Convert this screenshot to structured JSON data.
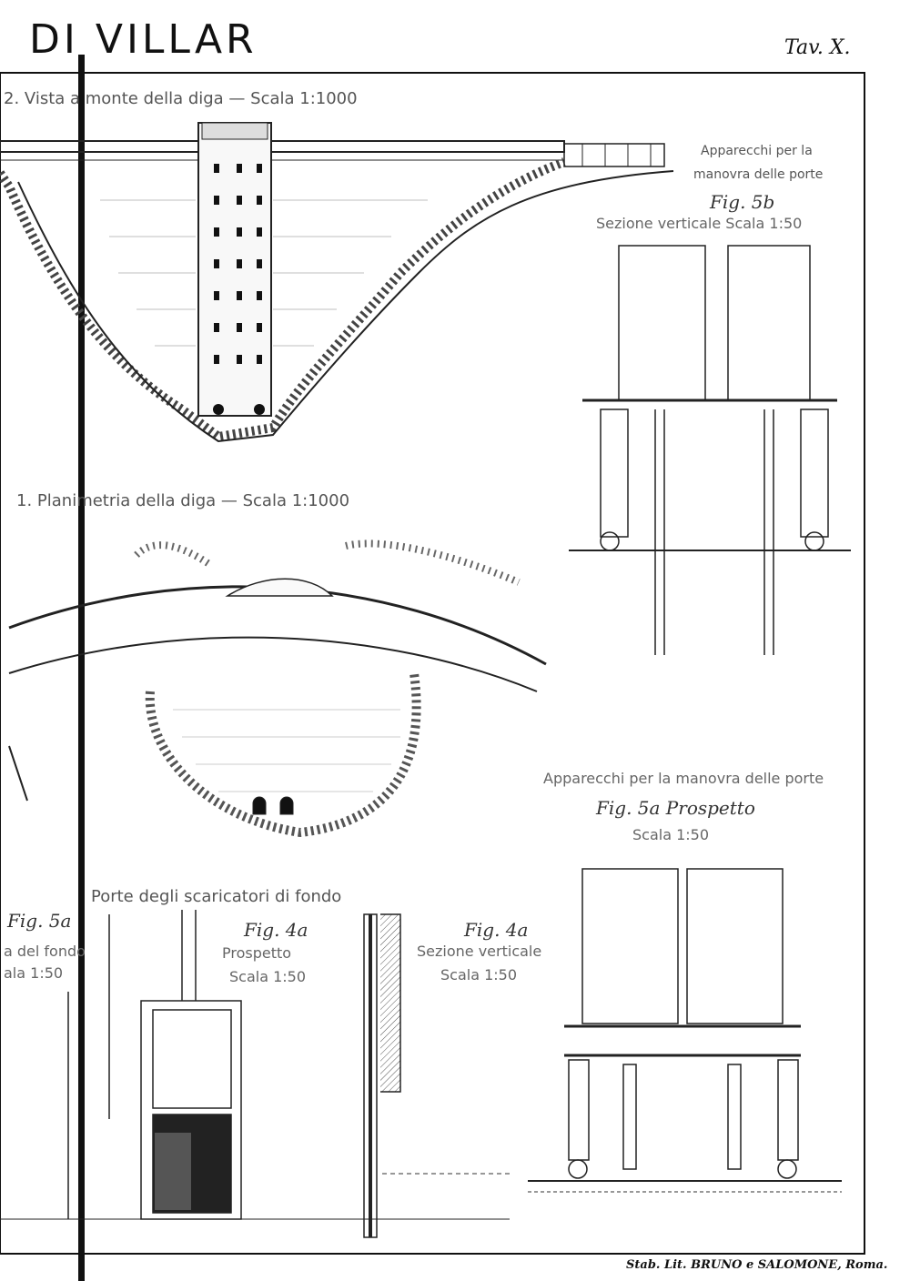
{
  "plate": {
    "title": "DI VILLAR",
    "number": "Tav. X.",
    "printer": "Stab. Lit. BRUNO e SALOMONE, Roma."
  },
  "captions": {
    "fig2": "2. Vista a monte della diga — Scala 1:1000",
    "fig1": "1. Planimetria della diga — Scala 1:1000",
    "apparatus_top": "Apparecchi per la",
    "apparatus_top2": "manovra delle porte",
    "fig5b_label": "Fig. 5b",
    "fig5b_sub": "Sezione verticale Scala 1:50",
    "apparatus_mid": "Apparecchi per la manovra delle porte",
    "fig5a_label": "Fig. 5a Prospetto",
    "fig5a_sub": "Scala 1:50",
    "gates_title": "Porte degli scaricatori di fondo",
    "fig5_left": "Fig. 5a",
    "fig5_left_sub1": "a del fondo",
    "fig5_left_sub2": "ala 1:50",
    "fig4a_label": "Fig. 4a",
    "fig4a_sub1": "Prospetto",
    "fig4a_sub2": "Scala 1:50",
    "fig4b_label": "Fig. 4a",
    "fig4b_sub1": "Sezione verticale",
    "fig4b_sub2": "Scala 1:50"
  },
  "colors": {
    "ink": "#111111",
    "paper": "#ffffff",
    "faded": "#777777"
  }
}
